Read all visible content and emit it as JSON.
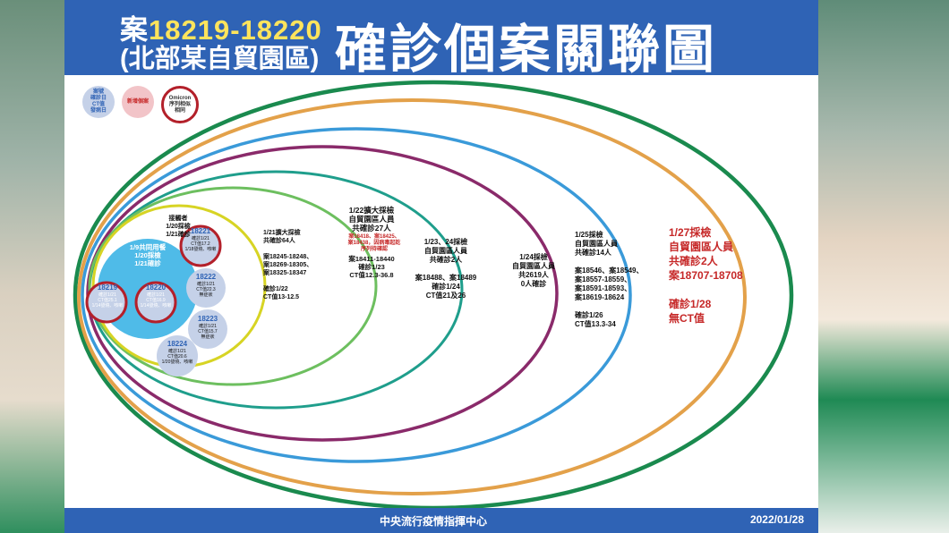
{
  "title": {
    "case_prefix": "案",
    "case_number": "18219-18220",
    "subtitle": "(北部某自貿園區)",
    "main": "確診個案關聯圖"
  },
  "legend": [
    {
      "text": "案號\n確診日\nCT值\n發病日",
      "fill": "#c5d1e8",
      "ring": "none"
    },
    {
      "text": "新增個案",
      "fill": "#f2c4c8",
      "ring": "none"
    },
    {
      "text": "Omicron\n序列相似\n相同",
      "fill": "#ffffff",
      "ring": "#b3202a"
    }
  ],
  "inner": {
    "core_label": "1/9共同用餐\n1/20採檢\n1/21確診",
    "top_label": "接觸者\n1/20採檢\n1/21確診",
    "cases": [
      {
        "id": "18219",
        "lines": "確診1/21\nCT值25.1\n1/14發燒、咳嗽"
      },
      {
        "id": "18220",
        "lines": "確診1/21\nCT值16.9\n1/14發燒、咳嗽"
      },
      {
        "id": "18221",
        "lines": "確診1/21\nCT值17.2\n1/18發燒、咳嗽"
      },
      {
        "id": "18222",
        "lines": "確診1/21\nCT值22.3\n無症狀"
      },
      {
        "id": "18223",
        "lines": "確診1/21\nCT值15.7\n無症狀"
      },
      {
        "id": "18224",
        "lines": "確診1/21\nCT值20.6\n1/20發燒、咳嗽"
      }
    ]
  },
  "rings": [
    {
      "label": "1/21擴大採檢\n共確診64人\n\n案18245-18248、\n案18269-18305、\n案18325-18347\n\n確診1/22\nCT值13-12.5"
    },
    {
      "label": "1/22擴大採檢\n自貿園區人員\n共確診27人",
      "red": "案18418、案18425、\n案18438，因病毒起訖\n序列待確認",
      "rest": "案18411-18440\n確診1/23\nCT值12.3-36.8"
    },
    {
      "label": "1/23、24採檢\n自貿園區人員\n共確診2人\n\n案18488、案18489\n確診1/24\nCT值21及26"
    },
    {
      "label": "1/24採檢\n自貿園區人員\n共2619人\n0人確診"
    },
    {
      "label": "1/25採檢\n自貿園區人員\n共確診14人\n\n案18546、案18549、\n案18557-18559、\n案18591-18593、\n案18619-18624\n\n確診1/26\nCT值13.3-34"
    },
    {
      "label": "1/27採檢\n自貿園區人員\n共確診2人\n案18707-18708\n\n確診1/28\n無CT值"
    }
  ],
  "colors": {
    "ring1": "#6dbf5f",
    "ring2": "#1f9e8c",
    "ring3": "#8a2a6a",
    "ring4": "#3a9ad9",
    "ring5": "#e3a14a",
    "ring6": "#1a8a4e",
    "core": "#4fbbe8",
    "yellow_ring": "#d7d424",
    "accent_red": "#c62828"
  },
  "footer": {
    "center": "中央流行疫情指揮中心",
    "date": "2022/01/28"
  }
}
